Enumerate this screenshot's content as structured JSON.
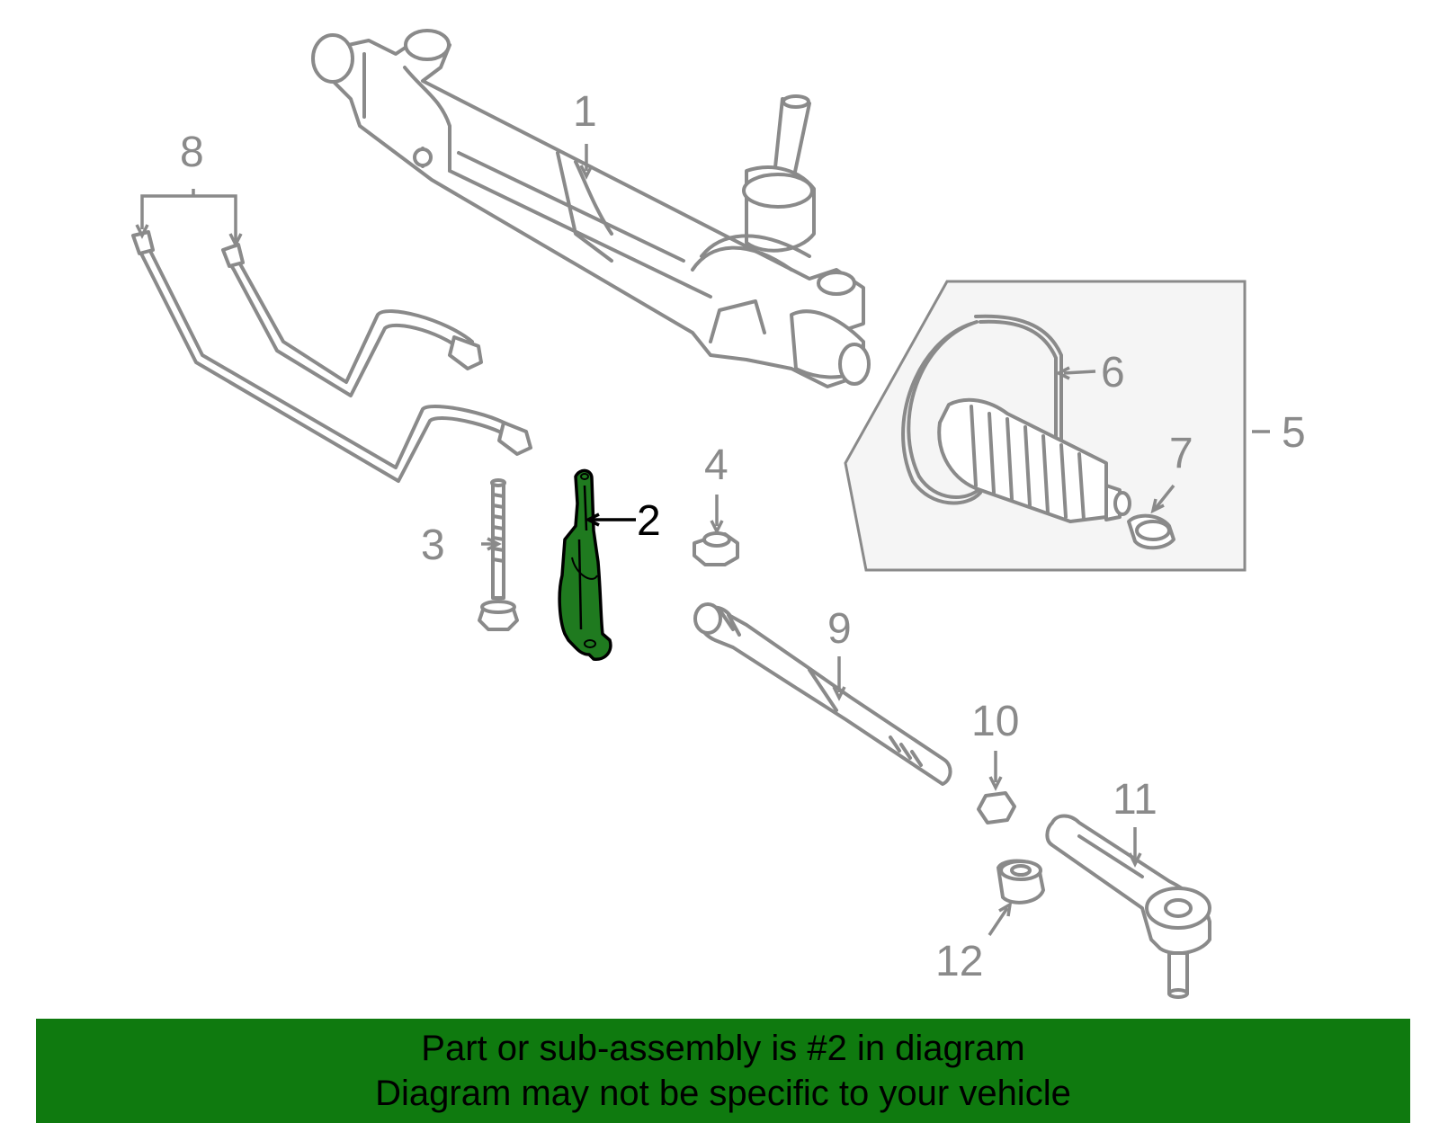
{
  "diagram": {
    "highlight_color": "#1f7a1f",
    "line_color": "#8a8a8a",
    "highlighted_callout": "2",
    "callouts": {
      "c1": "1",
      "c2": "2",
      "c3": "3",
      "c4": "4",
      "c5": "5",
      "c6": "6",
      "c7": "7",
      "c8": "8",
      "c9": "9",
      "c10": "10",
      "c11": "11",
      "c12": "12"
    }
  },
  "banner": {
    "line1": "Part or sub-assembly is #2 in diagram",
    "line2": "Diagram may not be specific to your vehicle",
    "color": "#0f7a0f"
  }
}
